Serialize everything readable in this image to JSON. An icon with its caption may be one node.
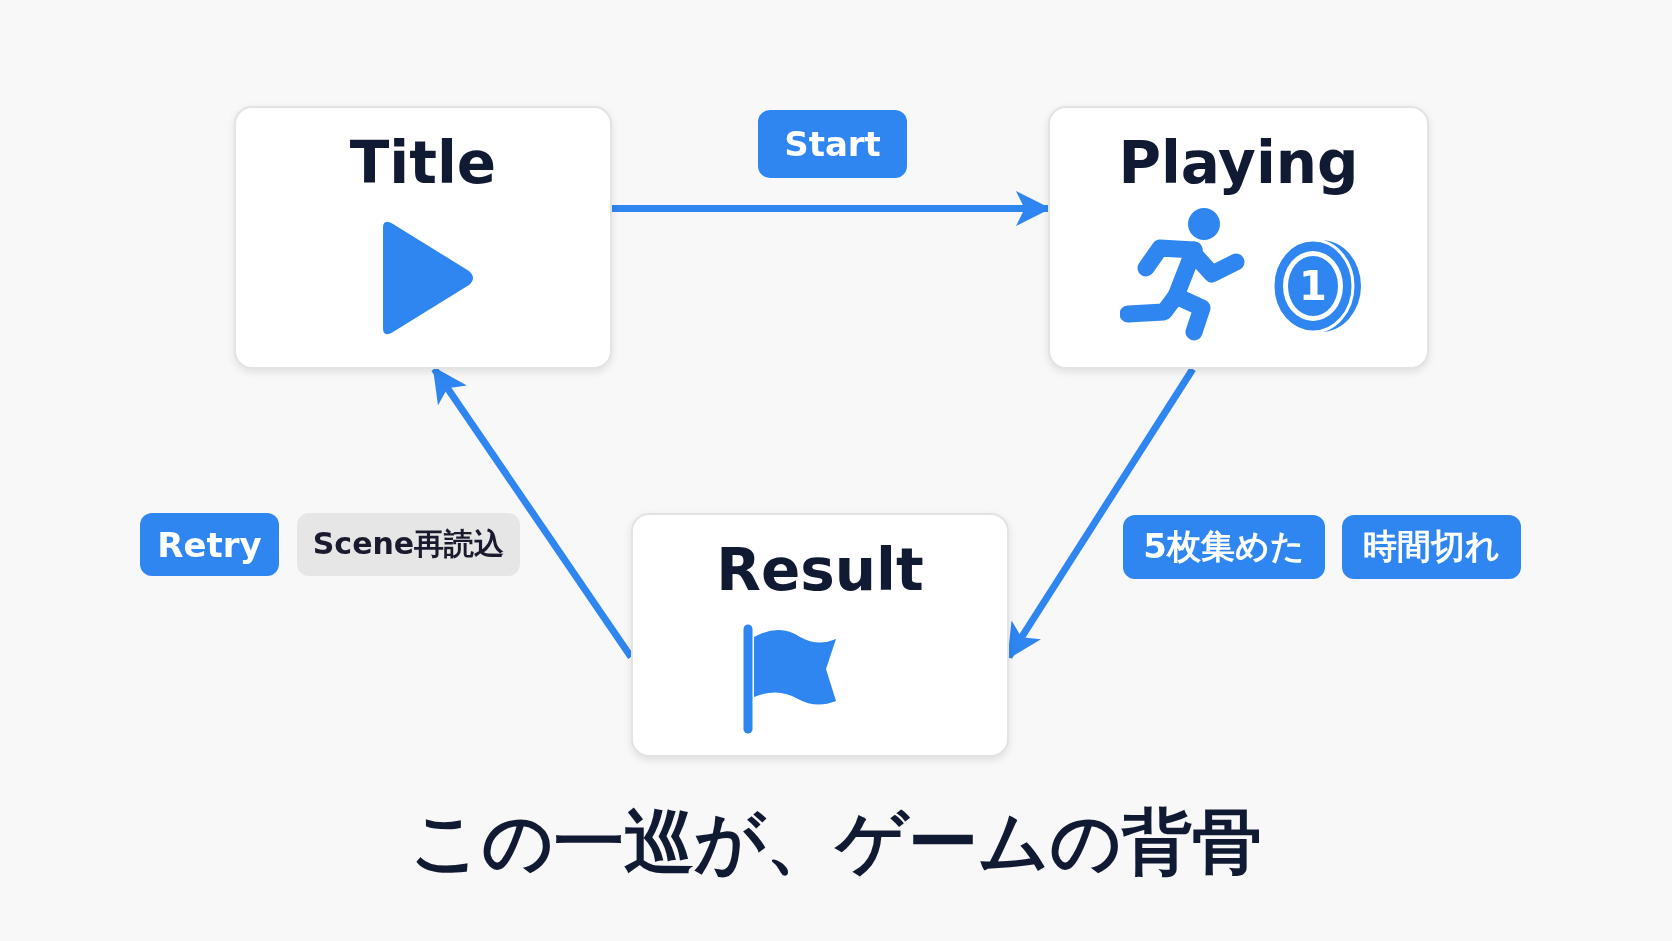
{
  "diagram": {
    "caption": "この一巡が、ゲームの背骨",
    "nodes": [
      {
        "text": [
          "Title"
        ]
      },
      {
        "text": [
          "Playing"
        ]
      },
      {
        "text": [
          "Result"
        ]
      }
    ],
    "edges": [
      {
        "from": 0,
        "to": 1,
        "arrow": "to",
        "label": "Start"
      },
      {
        "from": 1,
        "to": 2,
        "arrow": "to"
      },
      {
        "from": 2,
        "to": 0,
        "arrow": "to"
      }
    ],
    "labels": [
      "1",
      "Retry",
      "Scene再読込",
      "5枚集めた",
      "時間切れ"
    ]
  }
}
